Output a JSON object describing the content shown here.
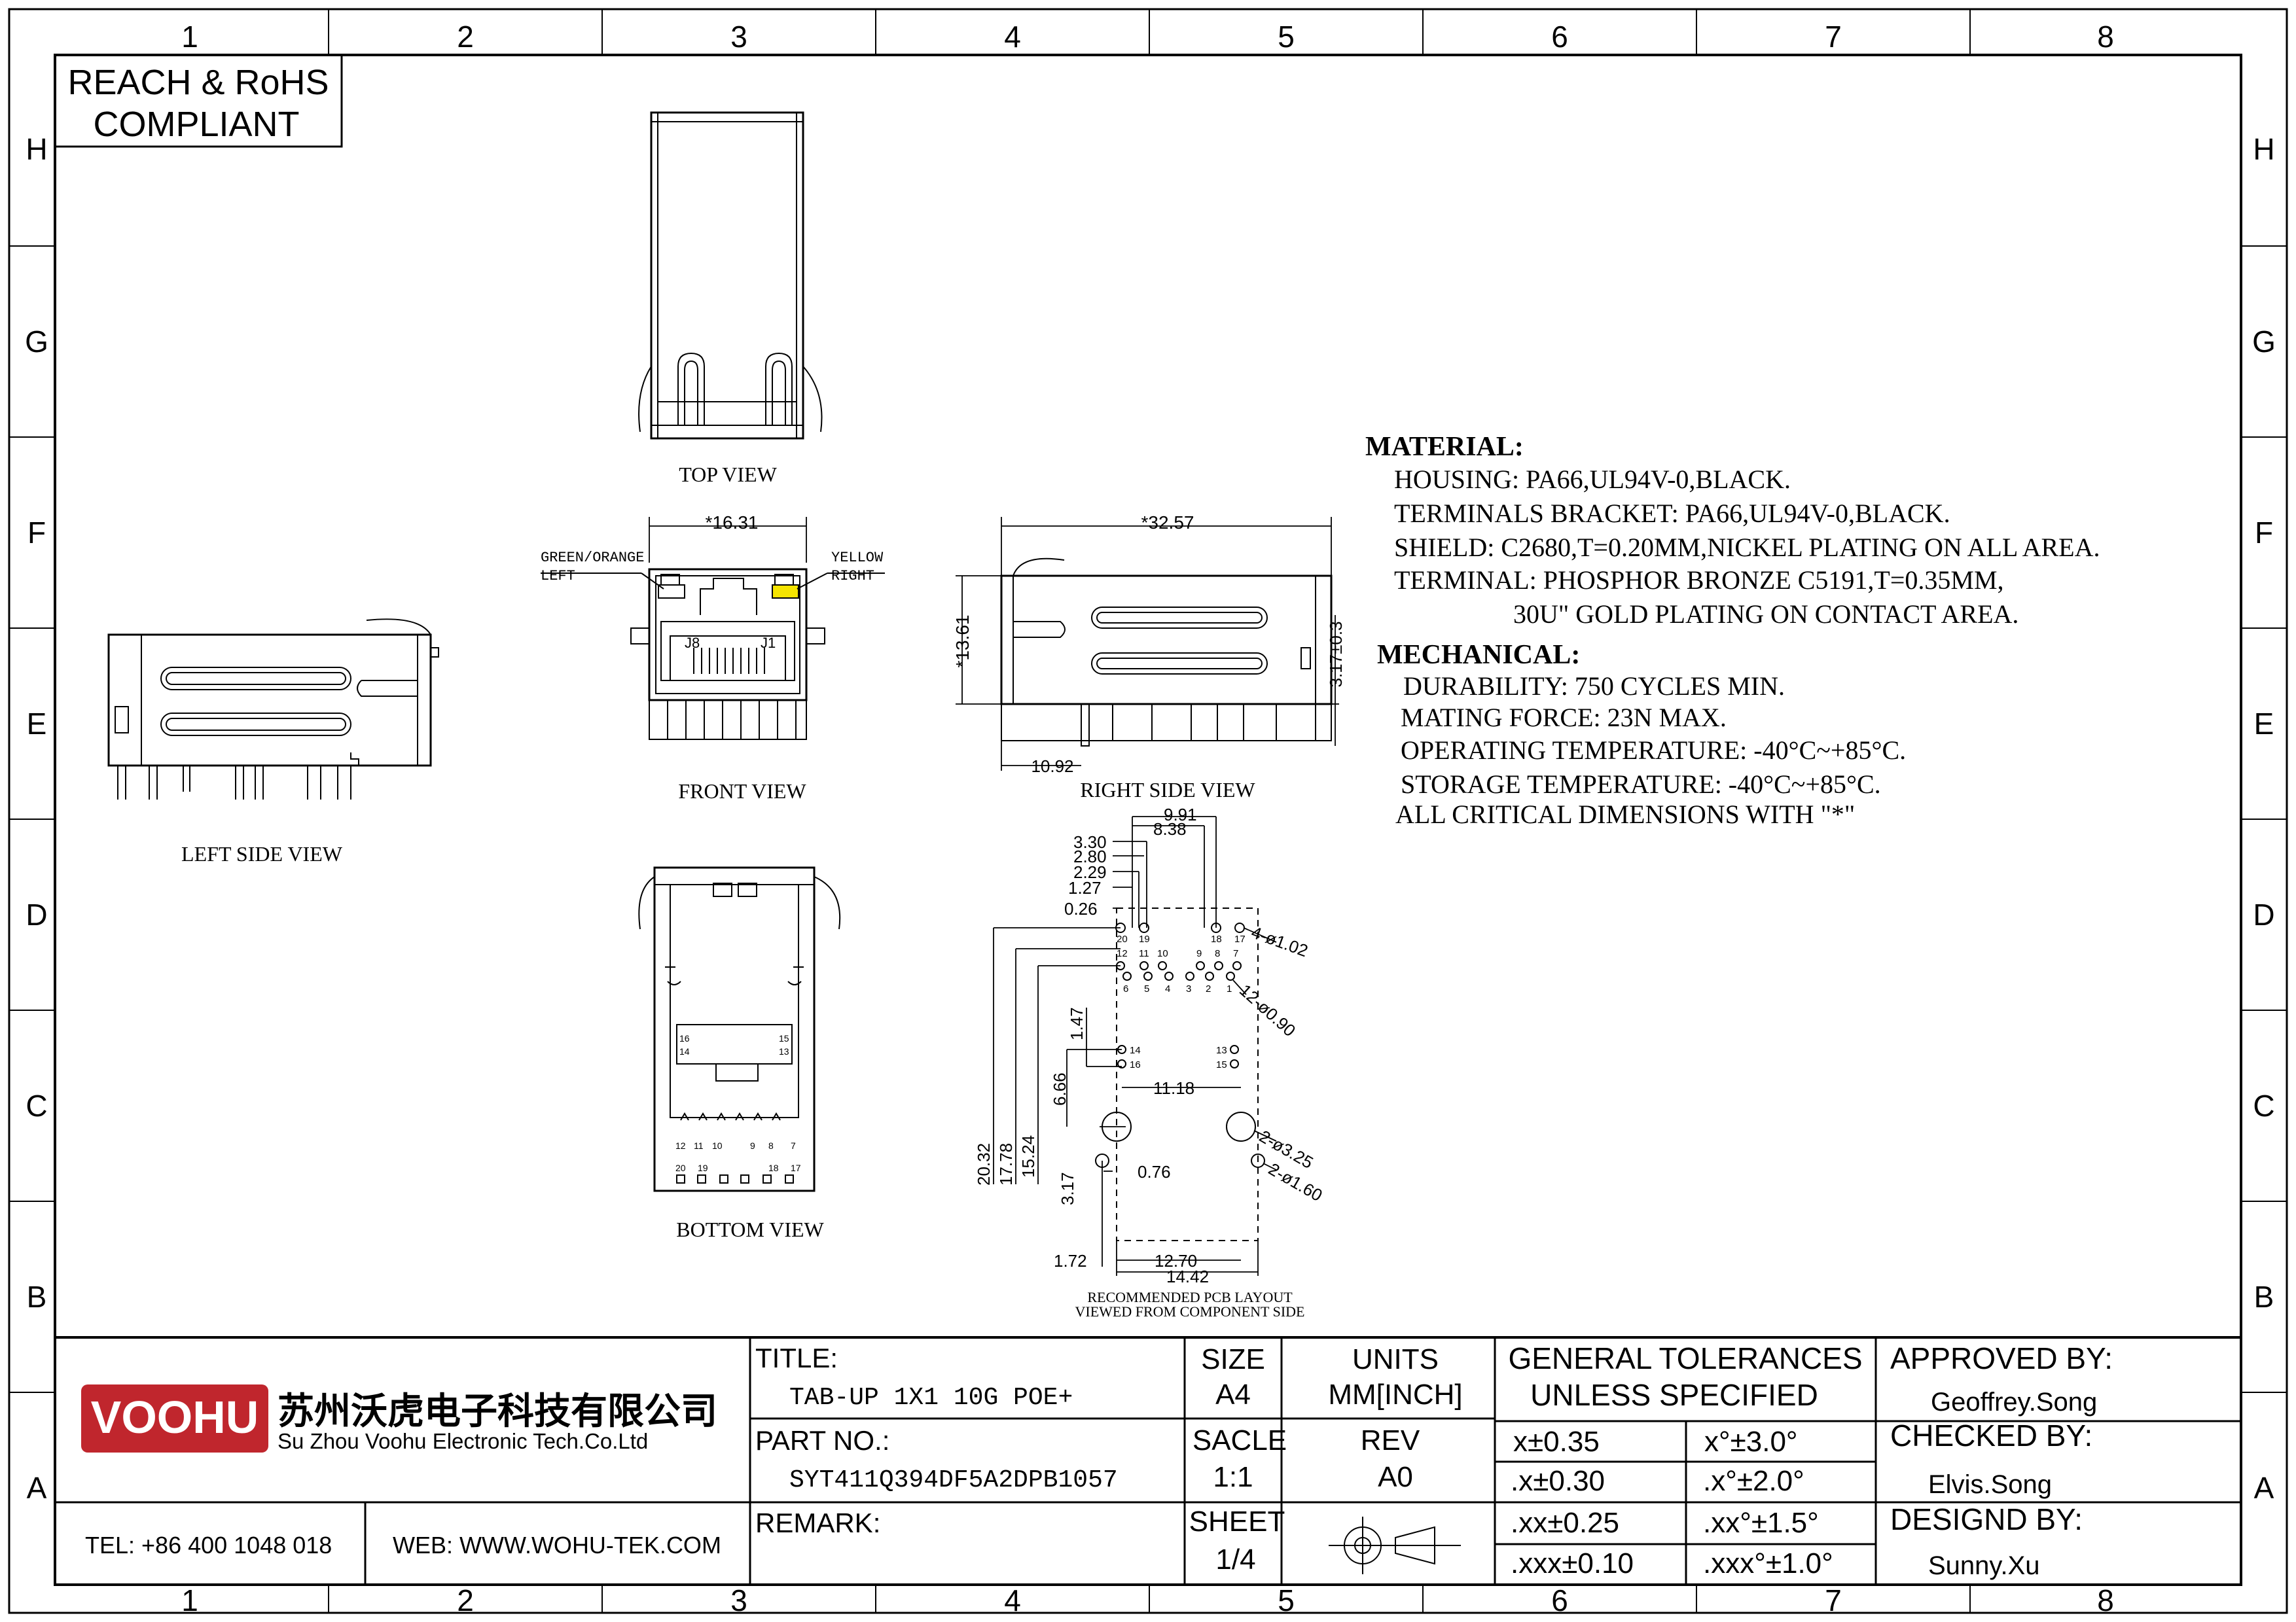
{
  "frame": {
    "columns": [
      "1",
      "2",
      "3",
      "4",
      "5",
      "6",
      "7",
      "8"
    ],
    "rows": [
      "H",
      "G",
      "F",
      "E",
      "D",
      "C",
      "B",
      "A"
    ]
  },
  "compliance": {
    "line1": "REACH & RoHS",
    "line2": "COMPLIANT"
  },
  "views": {
    "top": "TOP VIEW",
    "front": "FRONT VIEW",
    "left_side": "LEFT SIDE VIEW",
    "right_side": "RIGHT SIDE VIEW",
    "bottom": "BOTTOM VIEW",
    "pcb_line1": "RECOMMENDED PCB LAYOUT",
    "pcb_line2": "VIEWED FROM COMPONENT SIDE"
  },
  "led": {
    "left_line1": "GREEN/ORANGE",
    "left_line2": "LEFT",
    "right_line1": "YELLOW",
    "right_line2": "RIGHT",
    "left_color": "#ffffff",
    "right_color": "#f5e400",
    "j8": "J8",
    "j1": "J1"
  },
  "dims": {
    "front_width": "*16.31",
    "right_length": "*32.57",
    "right_height": "*13.61",
    "right_offset": "3.17±0.3",
    "right_front": "10.92",
    "pcb_top": [
      "9.91",
      "8.38",
      "3.30",
      "2.80",
      "2.29",
      "1.27",
      "0.26"
    ],
    "pcb_holes": [
      "4-ø1.02",
      "12-ø0.90",
      "2-ø3.25",
      "2-ø1.60"
    ],
    "pcb_spacing": "11.18",
    "pcb_left": [
      "1.47",
      "6.66",
      "15.24",
      "17.78",
      "20.32"
    ],
    "pcb_small": "0.76",
    "pcb_bottom_left": "3.17",
    "pcb_bottom": [
      "1.72",
      "12.70",
      "14.42"
    ]
  },
  "pcb_pins": {
    "row1": [
      "20",
      "19",
      "18",
      "17"
    ],
    "row2": [
      "12",
      "11",
      "10",
      "9",
      "8",
      "7"
    ],
    "row3": [
      "6",
      "5",
      "4",
      "3",
      "2",
      "1"
    ],
    "row4": [
      "14",
      "13"
    ],
    "row5": [
      "16",
      "15"
    ]
  },
  "bottom_pins": {
    "side_left": [
      "16",
      "14"
    ],
    "side_right": [
      "15",
      "13"
    ],
    "row_a": [
      "12",
      "11",
      "10",
      "9",
      "8",
      "7"
    ],
    "row_b": [
      "20",
      "19",
      "18",
      "17"
    ]
  },
  "material": {
    "heading": "MATERIAL:",
    "lines": [
      "HOUSING: PA66,UL94V-0,BLACK.",
      "TERMINALS BRACKET: PA66,UL94V-0,BLACK.",
      "SHIELD: C2680,T=0.20MM,NICKEL PLATING ON ALL AREA.",
      "TERMINAL: PHOSPHOR BRONZE C5191,T=0.35MM,",
      "30U\" GOLD PLATING ON CONTACT AREA."
    ]
  },
  "mechanical": {
    "heading": "MECHANICAL:",
    "lines": [
      "DURABILITY: 750 CYCLES MIN.",
      "MATING FORCE: 23N MAX.",
      "OPERATING TEMPERATURE: -40°C~+85°C.",
      "STORAGE TEMPERATURE: -40°C~+85°C.",
      "ALL CRITICAL DIMENSIONS WITH \"*\""
    ]
  },
  "company": {
    "logo": "VOOHU",
    "name_cn": "苏州沃虎电子科技有限公司",
    "name_en": "Su Zhou Voohu Electronic Tech.Co.Ltd",
    "tel": "TEL: +86 400 1048 018",
    "web": "WEB: WWW.WOHU-TEK.COM",
    "logo_color": "#c0262d",
    "web_color": "#1f3f8f"
  },
  "titleblock": {
    "title_label": "TITLE:",
    "title_value": "TAB-UP 1X1 10G POE+",
    "part_label": "PART NO.:",
    "part_value": "SYT411Q394DF5A2DPB1057",
    "remark_label": "REMARK:",
    "size_label": "SIZE",
    "size_value": "A4",
    "units_label": "UNITS",
    "units_value": "MM[INCH]",
    "scale_label": "SACLE",
    "scale_value": "1:1",
    "rev_label": "REV",
    "rev_value": "A0",
    "sheet_label": "SHEET",
    "sheet_value": "1/4",
    "tol_line1": "GENERAL TOLERANCES",
    "tol_line2": "UNLESS SPECIFIED",
    "tol": [
      [
        "x±0.35",
        "x°±3.0°"
      ],
      [
        ".x±0.30",
        ".x°±2.0°"
      ],
      [
        ".xx±0.25",
        ".xx°±1.5°"
      ],
      [
        ".xxx±0.10",
        ".xxx°±1.0°"
      ]
    ],
    "approved_label": "APPROVED BY:",
    "approved_value": "Geoffrey.Song",
    "checked_label": "CHECKED BY:",
    "checked_value": "Elvis.Song",
    "design_label": "DESIGND BY:",
    "design_value": "Sunny.Xu"
  }
}
